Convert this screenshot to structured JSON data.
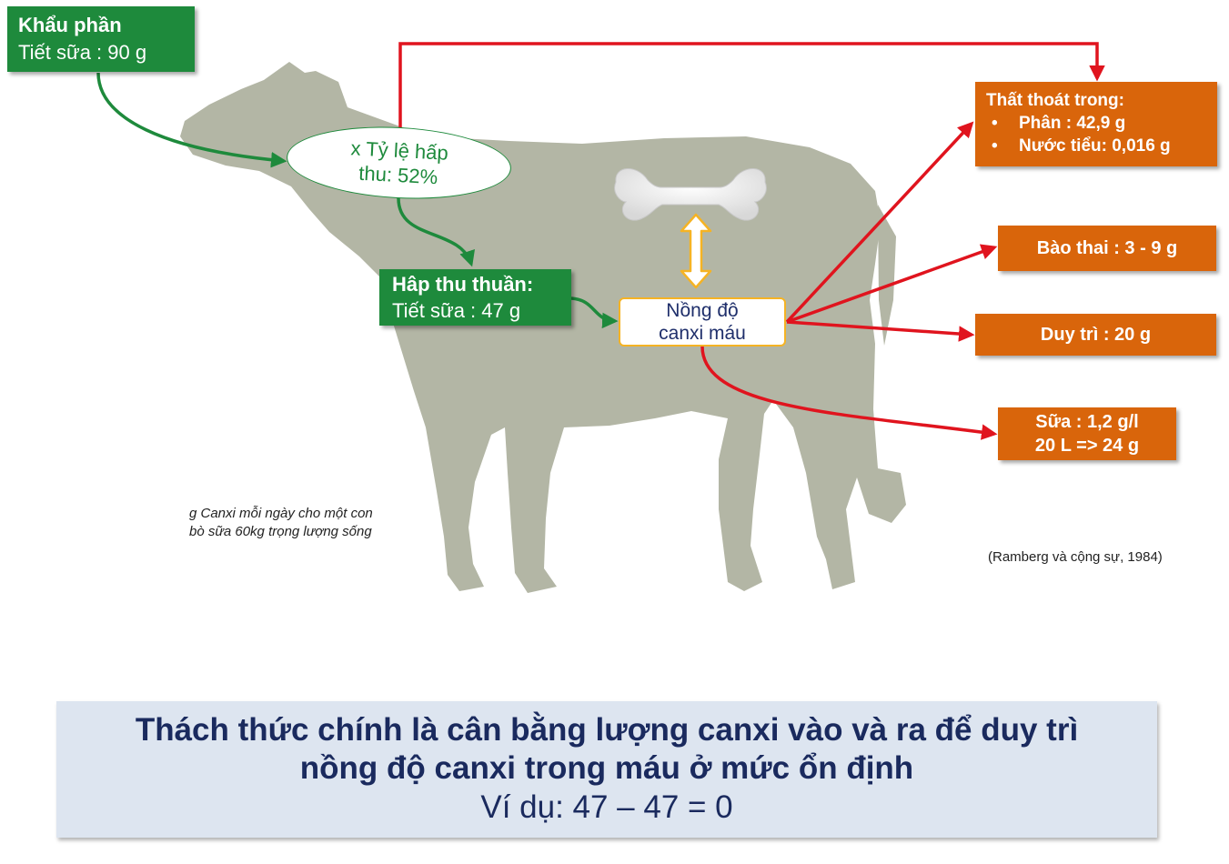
{
  "intake": {
    "title": "Khẩu phần",
    "value": "Tiết sữa : 90 g"
  },
  "absorption": {
    "line1": "x Tỷ lệ hấp",
    "line2": "thu: 52%"
  },
  "net_absorbed": {
    "title": "Hâp thu thuần:",
    "value": "Tiết sữa : 47 g"
  },
  "blood": {
    "line1": "Nồng độ",
    "line2": "canxi máu"
  },
  "losses": {
    "title": "Thất thoát trong:",
    "items": [
      "Phân : 42,9 g",
      "Nước tiểu: 0,016 g"
    ]
  },
  "fetus": "Bào thai : 3 - 9 g",
  "maintenance": "Duy trì : 20 g",
  "milk": {
    "line1": "Sữa : 1,2 g/l",
    "line2": "20 L => 24 g"
  },
  "note": "g Canxi mỗi ngày cho một con bò sữa 60kg trọng lượng sống",
  "reference": "(Ramberg và cộng sự, 1984)",
  "banner": {
    "line1": "Thách thức chính là cân bằng lượng canxi vào và ra để duy trì",
    "line2": "nồng độ canxi trong máu ở mức ổn định",
    "line3": "Ví dụ: 47 – 47 = 0"
  },
  "colors": {
    "green": "#1e8a3c",
    "orange": "#d9650b",
    "red_arrow": "#e0141e",
    "cow": "#b3b6a5",
    "blood_border": "#f5b324",
    "banner_bg": "#dde5f0",
    "banner_text": "#1a2a5e"
  },
  "icons": [
    "cow-silhouette",
    "bone-icon",
    "double-arrow-icon"
  ]
}
